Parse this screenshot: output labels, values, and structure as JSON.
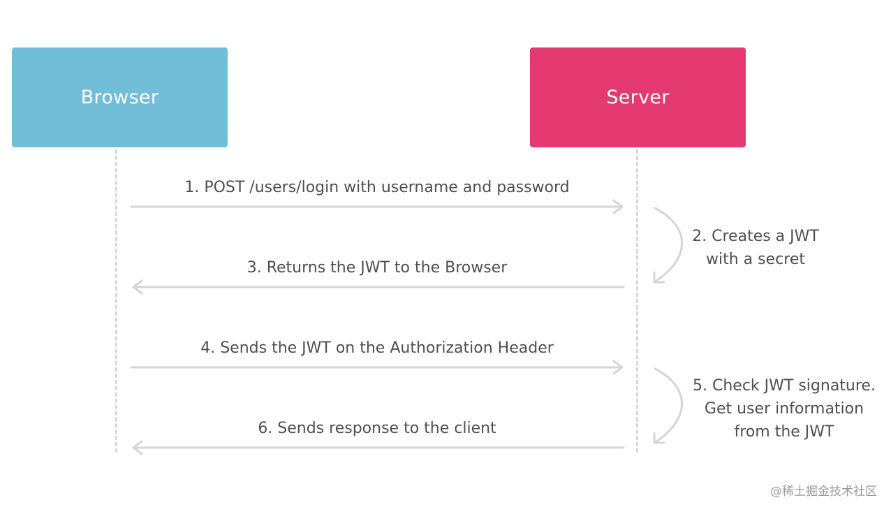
{
  "actors": {
    "browser": {
      "label": "Browser",
      "color": "#72bed8"
    },
    "server": {
      "label": "Server",
      "color": "#e43a71"
    }
  },
  "messages": [
    {
      "label": "1. POST /users/login with username and password",
      "direction": "browser-to-server"
    },
    {
      "label": "3. Returns the JWT to the Browser",
      "direction": "server-to-browser"
    },
    {
      "label": "4. Sends the JWT on the Authorization Header",
      "direction": "browser-to-server"
    },
    {
      "label": "6. Sends response to the client",
      "direction": "server-to-browser"
    }
  ],
  "notes": [
    {
      "lines": [
        "2. Creates a JWT",
        "with a secret"
      ]
    },
    {
      "lines": [
        "5. Check JWT signature.",
        "Get user information",
        "from the JWT"
      ]
    }
  ],
  "watermark": "@稀土掘金技术社区",
  "colors": {
    "arrow": "#d5d5d5",
    "text": "#4f4f4f",
    "lifeline": "#d7d7d7"
  }
}
